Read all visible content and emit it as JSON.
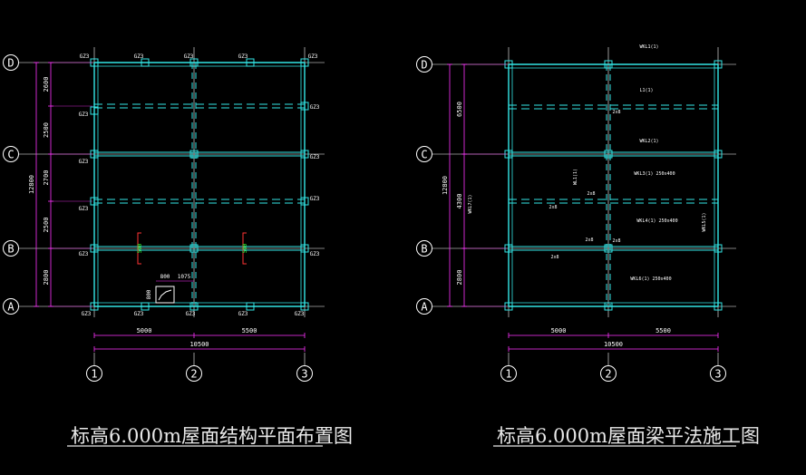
{
  "left_plan": {
    "title": "标高6.000m屋面结构平面布置图",
    "row_axes": [
      "D",
      "C",
      "B",
      "A"
    ],
    "col_axes": [
      "1",
      "2",
      "3"
    ],
    "row_dims": [
      "2600",
      "2500",
      "2700",
      "2500",
      "2800"
    ],
    "row_total": "12800",
    "col_dims": [
      "5000",
      "5500"
    ],
    "col_total": "10500",
    "column_tags": [
      "GZ3",
      "GZ3",
      "GZ3",
      "GZ3",
      "GZ3",
      "GZ3",
      "GZ3",
      "GZ3",
      "GZ3",
      "GZ3",
      "GZ3",
      "GZ3",
      "GZ3",
      "GZ3",
      "GZ3",
      "GZ3",
      "GZ3",
      "GZ3"
    ],
    "stair_dims": [
      "800",
      "1075",
      "800"
    ],
    "section_mark": "500"
  },
  "right_plan": {
    "title": "标高6.000m屋面梁平法施工图",
    "row_axes": [
      "D",
      "C",
      "B",
      "A"
    ],
    "col_axes": [
      "1",
      "2",
      "3"
    ],
    "row_dims": [
      "6500",
      "4300",
      "2800"
    ],
    "row_total": "12800",
    "col_dims": [
      "5000",
      "5500"
    ],
    "col_total": "10500",
    "beam_tags": [
      "WKL1(1)",
      "L1(1)",
      "WKL2(1)",
      "WKL3(1) 250x400",
      "WL1(1)",
      "WKL4(1) 250x400",
      "WKL5(1)",
      "WKL6(1) 250x400",
      "WKL7(1)"
    ],
    "notes": [
      "2x8",
      "2x8",
      "2x8",
      "2x8",
      "2x8",
      "2x8"
    ]
  },
  "colors": {
    "background": "#000000",
    "grid": "#ffffff",
    "dimension": "#ff33ff",
    "beam": "#33e6e6",
    "text": "#ffffff",
    "mark": "#ff3333",
    "green": "#33ff33"
  }
}
